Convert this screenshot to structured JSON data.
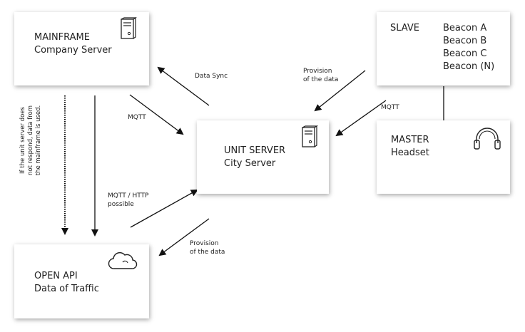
{
  "boxes": {
    "mainframe": {
      "title": "MAINFRAME",
      "subtitle": "Company Server"
    },
    "unit_server": {
      "title": "UNIT SERVER",
      "subtitle": "City Server"
    },
    "slave": {
      "title": "SLAVE",
      "beacons": [
        "Beacon A",
        "Beacon B",
        "Beacon C",
        "Beacon (N)"
      ]
    },
    "master": {
      "title": "MASTER",
      "subtitle": "Headset"
    },
    "open_api": {
      "title": "OPEN API",
      "subtitle": "Data of Traffic"
    }
  },
  "labels": {
    "data_sync": "Data Sync",
    "mqtt_left": "MQTT",
    "provision_top_line1": "Provision",
    "provision_top_line2": "of the data",
    "mqtt_right": "MQTT",
    "mqtt_http_line1": "MQTT / HTTP",
    "mqtt_http_line2": "possible",
    "provision_bottom_line1": "Provision",
    "provision_bottom_line2": "of the data",
    "fallback_note_line1": "If the unit server does",
    "fallback_note_line2": "not respond, data from",
    "fallback_note_line3": "the mainframe is used."
  },
  "icons": {
    "mainframe": "server-icon",
    "unit_server": "server-icon",
    "master": "headphones-icon",
    "open_api": "cloud-icon"
  },
  "colors": {
    "line": "#111111",
    "box_shadow": "#999999"
  }
}
